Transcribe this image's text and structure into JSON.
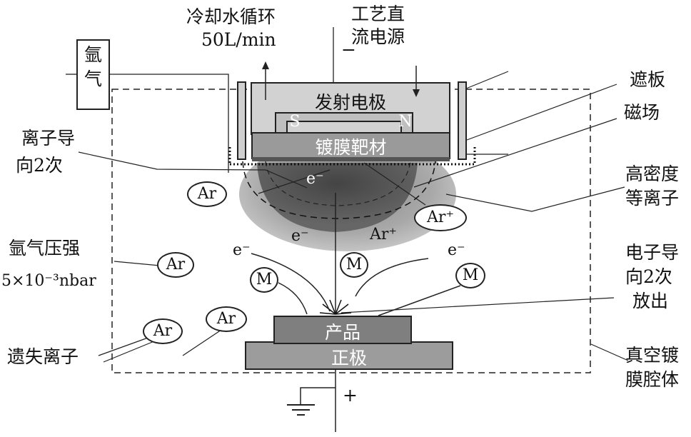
{
  "labels": {
    "argon_gas_box": [
      "氩",
      "气"
    ],
    "cooling_water": "冷却水循环",
    "flow_rate": "50L/min",
    "power_supply": [
      "工艺直",
      "流电源"
    ],
    "power_minus": "−",
    "shield": "遮板",
    "magnetic_field": "磁场",
    "emitter_electrode": "发射电极",
    "magnet_s": "S",
    "magnet_n": "N",
    "target": "镀膜靶材",
    "ion_guide": [
      "离子导",
      "向2次"
    ],
    "hd_plasma": [
      "高密度",
      "等离子"
    ],
    "argon_pressure": "氩气压强",
    "pressure_value": "5×10⁻³nbar",
    "electron_guide": [
      "电子导",
      "向2次",
      "放出"
    ],
    "lost_ions": "遗失离子",
    "product": "产品",
    "anode": "正极",
    "vacuum_chamber": [
      "真空镀",
      "膜腔体"
    ],
    "ground_plus": "+"
  },
  "particles": {
    "ar": "Ar",
    "ar_plus": "Ar⁺",
    "metal": "M",
    "electron": "e⁻"
  }
}
